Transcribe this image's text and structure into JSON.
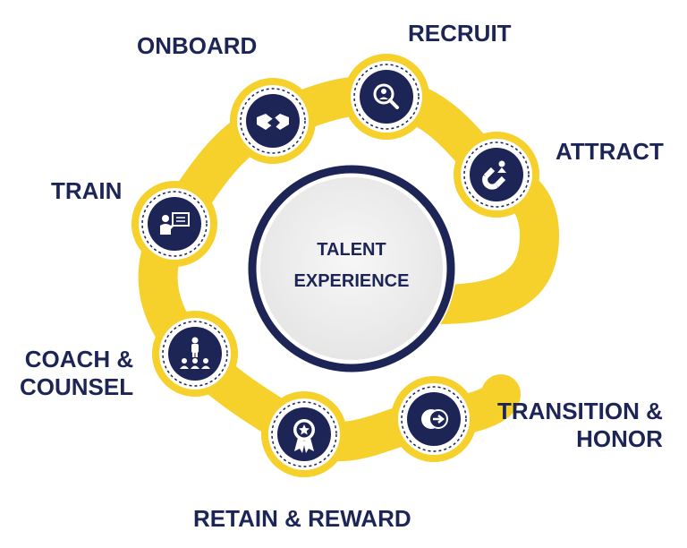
{
  "colors": {
    "navy": "#1d2557",
    "yellow": "#f6d02b",
    "center_fill": "#efefef",
    "ring_fill": "#ffffff"
  },
  "center": {
    "line1": "TALENT",
    "line2": "EXPERIENCE"
  },
  "stages": [
    {
      "key": "recruit",
      "icon": "magnifier-person-icon",
      "line1": "RECRUIT",
      "line2": ""
    },
    {
      "key": "attract",
      "icon": "magnet-person-icon",
      "line1": "ATTRACT",
      "line2": ""
    },
    {
      "key": "onboard",
      "icon": "handshake-icon",
      "line1": "ONBOARD",
      "line2": ""
    },
    {
      "key": "train",
      "icon": "presenter-board-icon",
      "line1": "TRAIN",
      "line2": ""
    },
    {
      "key": "coach",
      "icon": "coach-group-icon",
      "line1": "COACH &",
      "line2": "COUNSEL"
    },
    {
      "key": "retain",
      "icon": "award-ribbon-icon",
      "line1": "RETAIN & REWARD",
      "line2": ""
    },
    {
      "key": "transition",
      "icon": "exit-arrow-icon",
      "line1": "TRANSITION &",
      "line2": "HONOR"
    }
  ]
}
